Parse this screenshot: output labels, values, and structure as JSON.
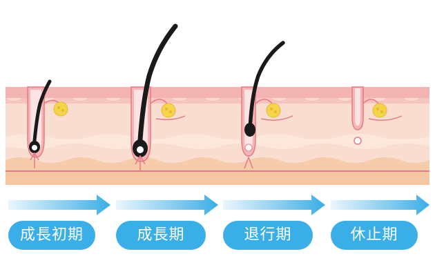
{
  "stages": [
    {
      "label": "成長初期"
    },
    {
      "label": "成長期"
    },
    {
      "label": "退行期"
    },
    {
      "label": "休止期"
    }
  ],
  "colors": {
    "label_background": "#3aaee6",
    "label_text": "#ffffff",
    "arrow_start": "#e6f4fc",
    "arrow_end": "#3aaee6",
    "epidermis": "#f4b4b4",
    "dermis": "#f9ddd0",
    "fat_layer": "#f6ccaa",
    "hair": "#1a1a1a",
    "sebaceous_gland": "#f6d44a",
    "outline": "#e57a86"
  }
}
